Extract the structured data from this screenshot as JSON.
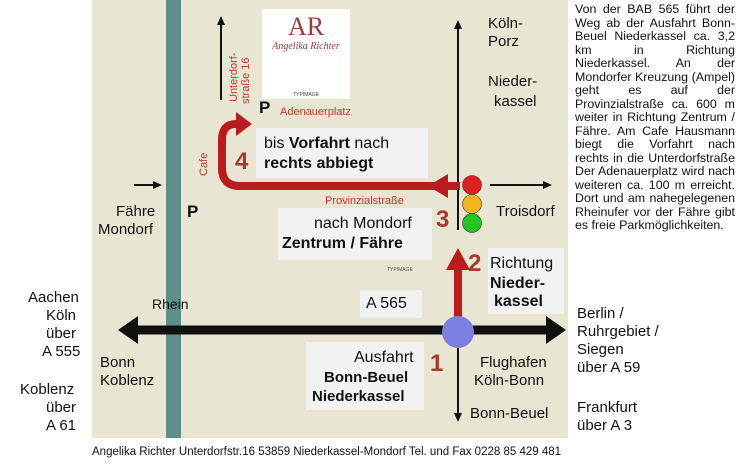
{
  "map": {
    "directions": {
      "koeln_porz": [
        "Köln-",
        "Porz"
      ],
      "niederkassel": [
        "Nieder-",
        "kassel"
      ],
      "troisdorf": "Troisdorf",
      "faehre_mondorf": [
        "Fähre",
        "Mondorf"
      ],
      "aachen": [
        "Aachen",
        "Köln",
        "über",
        "A 555"
      ],
      "bonn_koblenz": [
        "Bonn",
        "Koblenz"
      ],
      "koblenz": [
        "Koblenz",
        "über",
        "A 61"
      ],
      "berlin": [
        "Berlin /",
        "Ruhrgebiet /",
        "Siegen",
        "über A 59"
      ],
      "flughafen": [
        "Flughafen",
        "Köln-Bonn"
      ],
      "bonn_beuel": "Bonn-Beuel",
      "frankfurt": [
        "Frankfurt",
        "über A 3"
      ]
    },
    "labels": {
      "rhein": "Rhein",
      "a565": "A 565",
      "provinzialstrasse": "Provinzialstraße",
      "adenauerplatz": "Adenauerplatz",
      "unterdorfstrasse": [
        "Unterdorf-",
        "straße 16"
      ],
      "cafe": "Cafe",
      "parking": "P",
      "tiny_logo_text": "TYPIMAGE"
    },
    "steps": [
      {
        "number": "1",
        "lines": [
          "Ausfahrt"
        ],
        "bold_lines": [
          "Bonn-Beuel",
          "Niederkassel"
        ]
      },
      {
        "number": "2",
        "lines": [
          "Richtung"
        ],
        "bold_lines": [
          "Nieder-",
          "kassel"
        ]
      },
      {
        "number": "3",
        "lines": [
          "nach Mondorf"
        ],
        "bold_lines": [
          "Zentrum / Fähre"
        ]
      },
      {
        "number": "4",
        "lines_mixed": [
          [
            "bis ",
            "Vorfahrt",
            " nach"
          ],
          [
            "rechts abbiegt"
          ]
        ]
      }
    ],
    "logo": {
      "initials": "AR",
      "name": "Angelika Richter",
      "tagline": "TYPIMAGE"
    },
    "colors": {
      "route": "#b81c1c",
      "river": "#5f8f8a",
      "map_bg": "#e8e6d2",
      "box_bg": "#f2f2f2",
      "junction": "#7b7fe0",
      "light_red": "#e02020",
      "light_yellow": "#f2b71a",
      "light_green": "#22c322"
    }
  },
  "sidebar_text": "Von der BAB 565 führt der Weg ab der Ausfahrt Bonn-Beuel Niederkassel ca. 3,2 km in Richtung Niederkassel. An der Mondorfer Kreuzung (Ampel) geht es auf der Provinzialstraße ca. 600 m weiter in Richtung Zentrum / Fähre. Am Cafe Hausmann biegt die Vorfahrt nach rechts in die Unterdorfstraße Der Adenauerplatz wird nach weiteren ca. 100 m erreicht. Dort und am nahegelegenen Rheinufer vor der Fähre gibt es freie Parkmöglichkeiten.",
  "footer": "Angelika Richter  Unterdorfstr.16  53859 Niederkassel-Mondorf  Tel. und Fax  0228  85 429 481"
}
